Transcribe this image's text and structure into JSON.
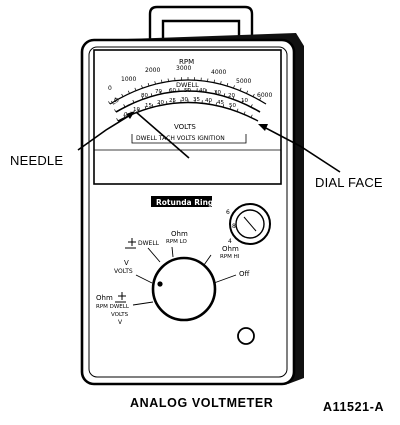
{
  "callouts": {
    "needle": "NEEDLE",
    "dial_face": "DIAL FACE"
  },
  "dial": {
    "rpm_title": "RPM",
    "rpm_ticks": [
      "0",
      "1000",
      "2000",
      "3000",
      "4000",
      "5000",
      "6000"
    ],
    "dwell_title": "DWELL",
    "dwell_ticks": [
      "80",
      "70",
      "60",
      "50",
      "40",
      "30",
      "20",
      "10"
    ],
    "volts_ticks": [
      "0",
      "10",
      "15",
      "20",
      "25",
      "30",
      "35",
      "40",
      "45",
      "50"
    ],
    "volts_title": "VOLTS",
    "lo_label": "LO",
    "bottom_line": "DWELL TACH VOLTS IGNITION"
  },
  "nameplate": "Rotunda Ring",
  "selector": {
    "ohm_rpm_lo_1": "Ohm",
    "ohm_rpm_lo_2": "RPM LO",
    "dwell": "DWELL",
    "v_volts_1": "V",
    "v_volts_2": "VOLTS",
    "ohm_rpm_hi_1": "Ohm",
    "ohm_rpm_hi_2": "RPM HI",
    "off": "Off",
    "lower_left_1": "Ohm",
    "lower_left_2": "RPM DWELL",
    "lower_left_3": "VOLTS",
    "lower_left_4": "V"
  },
  "small_knob": {
    "marks": [
      "6",
      "8",
      "4"
    ]
  },
  "caption": "ANALOG VOLTMETER",
  "figure_id": "A11521-A"
}
